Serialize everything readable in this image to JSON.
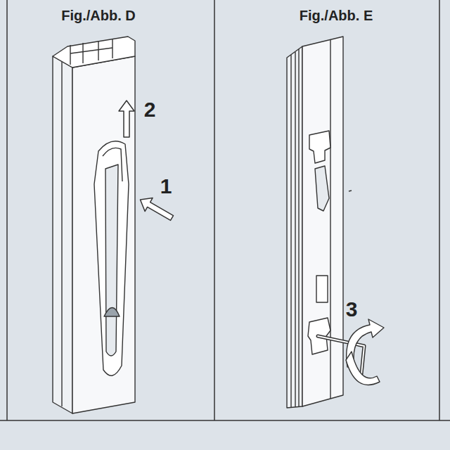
{
  "diagram": {
    "labels": [
      "Fig./Abb. D",
      "2",
      "1",
      "Fig./Abb. E",
      "3"
    ]
  }
}
